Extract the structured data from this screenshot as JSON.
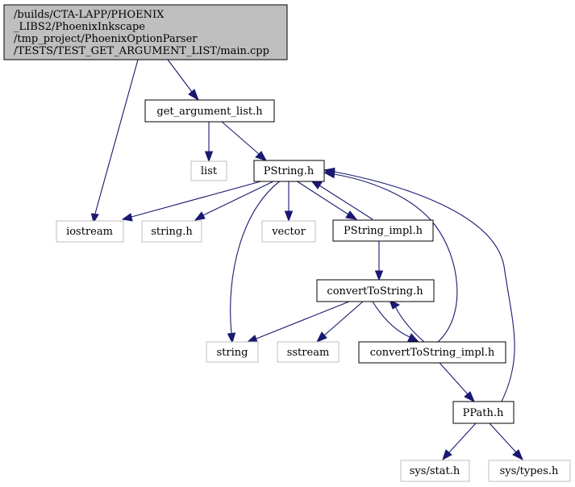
{
  "graph": {
    "root": {
      "lines": [
        "/builds/CTA-LAPP/PHOENIX",
        "_LIBS2/PhoenixInkscape",
        "/tmp_project/PhoenixOptionParser",
        "/TESTS/TEST_GET_ARGUMENT_LIST/main.cpp"
      ],
      "fill": "#bfbfbf"
    },
    "nodes": {
      "get_argument_list": "get_argument_list.h",
      "list": "list",
      "pstring": "PString.h",
      "iostream": "iostream",
      "string_h": "string.h",
      "vector": "vector",
      "pstring_impl": "PString_impl.h",
      "convert": "convertToString.h",
      "string": "string",
      "sstream": "sstream",
      "convert_impl": "convertToString_impl.h",
      "ppath": "PPath.h",
      "sys_stat": "sys/stat.h",
      "sys_types": "sys/types.h"
    },
    "colors": {
      "edge": "#191970",
      "internal_border": "#000000",
      "external_border": "#bfbfbf"
    }
  }
}
